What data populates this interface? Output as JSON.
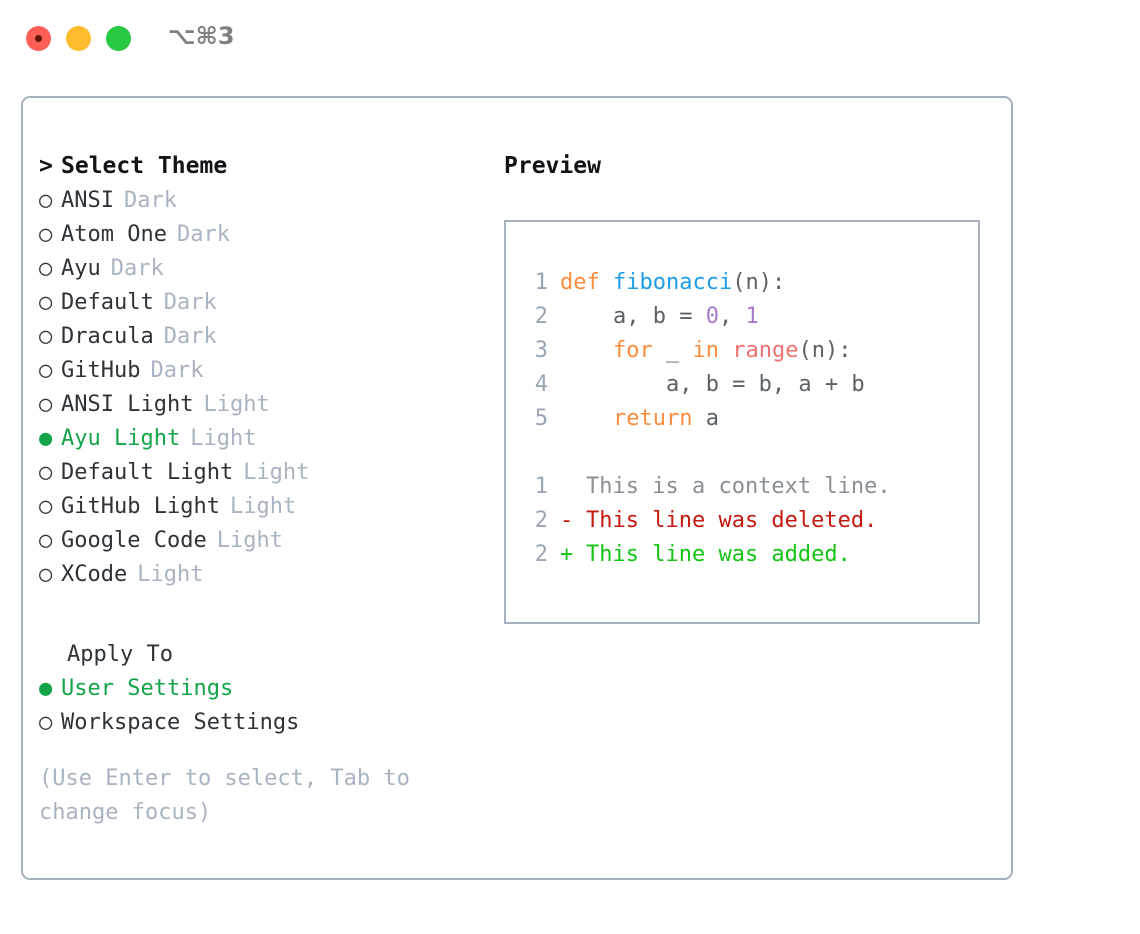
{
  "titlebar": {
    "shortcut": "⌥⌘3",
    "buttons": {
      "close": "close",
      "minimize": "minimize",
      "maximize": "maximize"
    }
  },
  "left": {
    "heading": "Select Theme",
    "prompt": "> ",
    "themes": [
      {
        "marker": "○",
        "name": "ANSI",
        "tag": "Dark",
        "selected": false
      },
      {
        "marker": "○",
        "name": "Atom One",
        "tag": "Dark",
        "selected": false
      },
      {
        "marker": "○",
        "name": "Ayu",
        "tag": "Dark",
        "selected": false
      },
      {
        "marker": "○",
        "name": "Default",
        "tag": "Dark",
        "selected": false
      },
      {
        "marker": "○",
        "name": "Dracula",
        "tag": "Dark",
        "selected": false
      },
      {
        "marker": "○",
        "name": "GitHub",
        "tag": "Dark",
        "selected": false
      },
      {
        "marker": "○",
        "name": "ANSI Light",
        "tag": "Light",
        "selected": false
      },
      {
        "marker": "●",
        "name": "Ayu Light",
        "tag": "Light",
        "selected": true
      },
      {
        "marker": "○",
        "name": "Default Light",
        "tag": "Light",
        "selected": false
      },
      {
        "marker": "○",
        "name": "GitHub Light",
        "tag": "Light",
        "selected": false
      },
      {
        "marker": "○",
        "name": "Google Code",
        "tag": "Light",
        "selected": false
      },
      {
        "marker": "○",
        "name": "XCode",
        "tag": "Light",
        "selected": false
      }
    ],
    "apply_heading": "Apply To",
    "apply_options": [
      {
        "marker": "●",
        "name": "User Settings",
        "selected": true
      },
      {
        "marker": "○",
        "name": "Workspace Settings",
        "selected": false
      }
    ],
    "hint": "(Use Enter to select, Tab to change focus)"
  },
  "preview": {
    "title": "Preview",
    "code_lines": [
      {
        "number": "1",
        "tokens": [
          {
            "text": "def ",
            "type": "kw"
          },
          {
            "text": "fibonacci",
            "type": "fn"
          },
          {
            "text": "(n):",
            "type": "punct"
          }
        ],
        "plain": "def fibonacci(n):"
      },
      {
        "number": "2",
        "tokens": [
          {
            "text": "    a, b = ",
            "type": "plain"
          },
          {
            "text": "0",
            "type": "num"
          },
          {
            "text": ", ",
            "type": "plain"
          },
          {
            "text": "1",
            "type": "num"
          }
        ],
        "plain": "    a, b = 0, 1"
      },
      {
        "number": "3",
        "tokens": [
          {
            "text": "    ",
            "type": "plain"
          },
          {
            "text": "for",
            "type": "kw"
          },
          {
            "text": " _ ",
            "type": "plain"
          },
          {
            "text": "in",
            "type": "kw"
          },
          {
            "text": " ",
            "type": "plain"
          },
          {
            "text": "range",
            "type": "builtin"
          },
          {
            "text": "(n):",
            "type": "punct"
          }
        ],
        "plain": "    for _ in range(n):"
      },
      {
        "number": "4",
        "tokens": [
          {
            "text": "        a, b = b, a + b",
            "type": "plain"
          }
        ],
        "plain": "        a, b = b, a + b"
      },
      {
        "number": "5",
        "tokens": [
          {
            "text": "    ",
            "type": "plain"
          },
          {
            "text": "return",
            "type": "kw"
          },
          {
            "text": " a",
            "type": "plain"
          }
        ],
        "plain": "    return a"
      }
    ],
    "diff_lines": [
      {
        "number": "1",
        "sign": " ",
        "text": "This is a context line.",
        "type": "context"
      },
      {
        "number": "2",
        "sign": "-",
        "text": "This line was deleted.",
        "type": "deleted"
      },
      {
        "number": "2",
        "sign": "+",
        "text": "This line was added.",
        "type": "added"
      }
    ]
  },
  "colors": {
    "accent_green": "#14a44a",
    "tag_gray": "#a9b3c2",
    "border": "#a7b0be",
    "keyword": "#fa8d3e",
    "function": "#1e9ee8",
    "number": "#a37acc",
    "builtin": "#f07171",
    "diff_added": "#14c414",
    "diff_deleted": "#c41a0f",
    "diff_context": "#8a8f95",
    "line_number": "#9aa5b4",
    "dot_close": "#ff5f57",
    "dot_minimize": "#febc2e",
    "dot_maximize": "#28c840"
  }
}
